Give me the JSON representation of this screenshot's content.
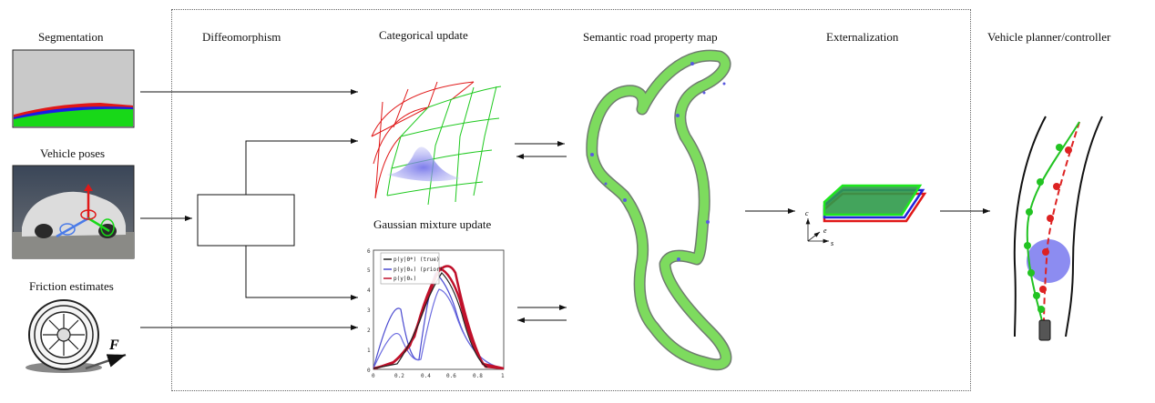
{
  "labels": {
    "segmentation": "Segmentation",
    "vehicle_poses": "Vehicle poses",
    "friction_estimates": "Friction estimates",
    "diffeomorphism": "Diffeomorphism",
    "categorical_update": "Categorical update",
    "gaussian_mixture_update": "Gaussian mixture update",
    "semantic_map": "Semantic road property map",
    "externalization": "Externalization",
    "vehicle_planner": "Vehicle planner/controller"
  },
  "friction_symbol": "F",
  "axes_3d": {
    "c": "c",
    "e": "e",
    "s": "s"
  },
  "gmm_plot": {
    "legend": [
      "p(y|Θ*) (true)",
      "p(y|Θ₀) (prior)",
      "p(y|Θₖ)"
    ],
    "y_ticks": [
      "6",
      "5",
      "4",
      "3",
      "2",
      "1",
      "0"
    ],
    "x_ticks": [
      "0",
      "0.2",
      "0.4",
      "0.6",
      "0.8",
      "1"
    ],
    "colors": {
      "true": "#222222",
      "prior": "#4a4ad0",
      "posterior": "#c0102a"
    }
  },
  "colors": {
    "green": "#22c322",
    "red": "#d22",
    "blue": "#7f7ff0",
    "road": "#7ddb5e"
  }
}
